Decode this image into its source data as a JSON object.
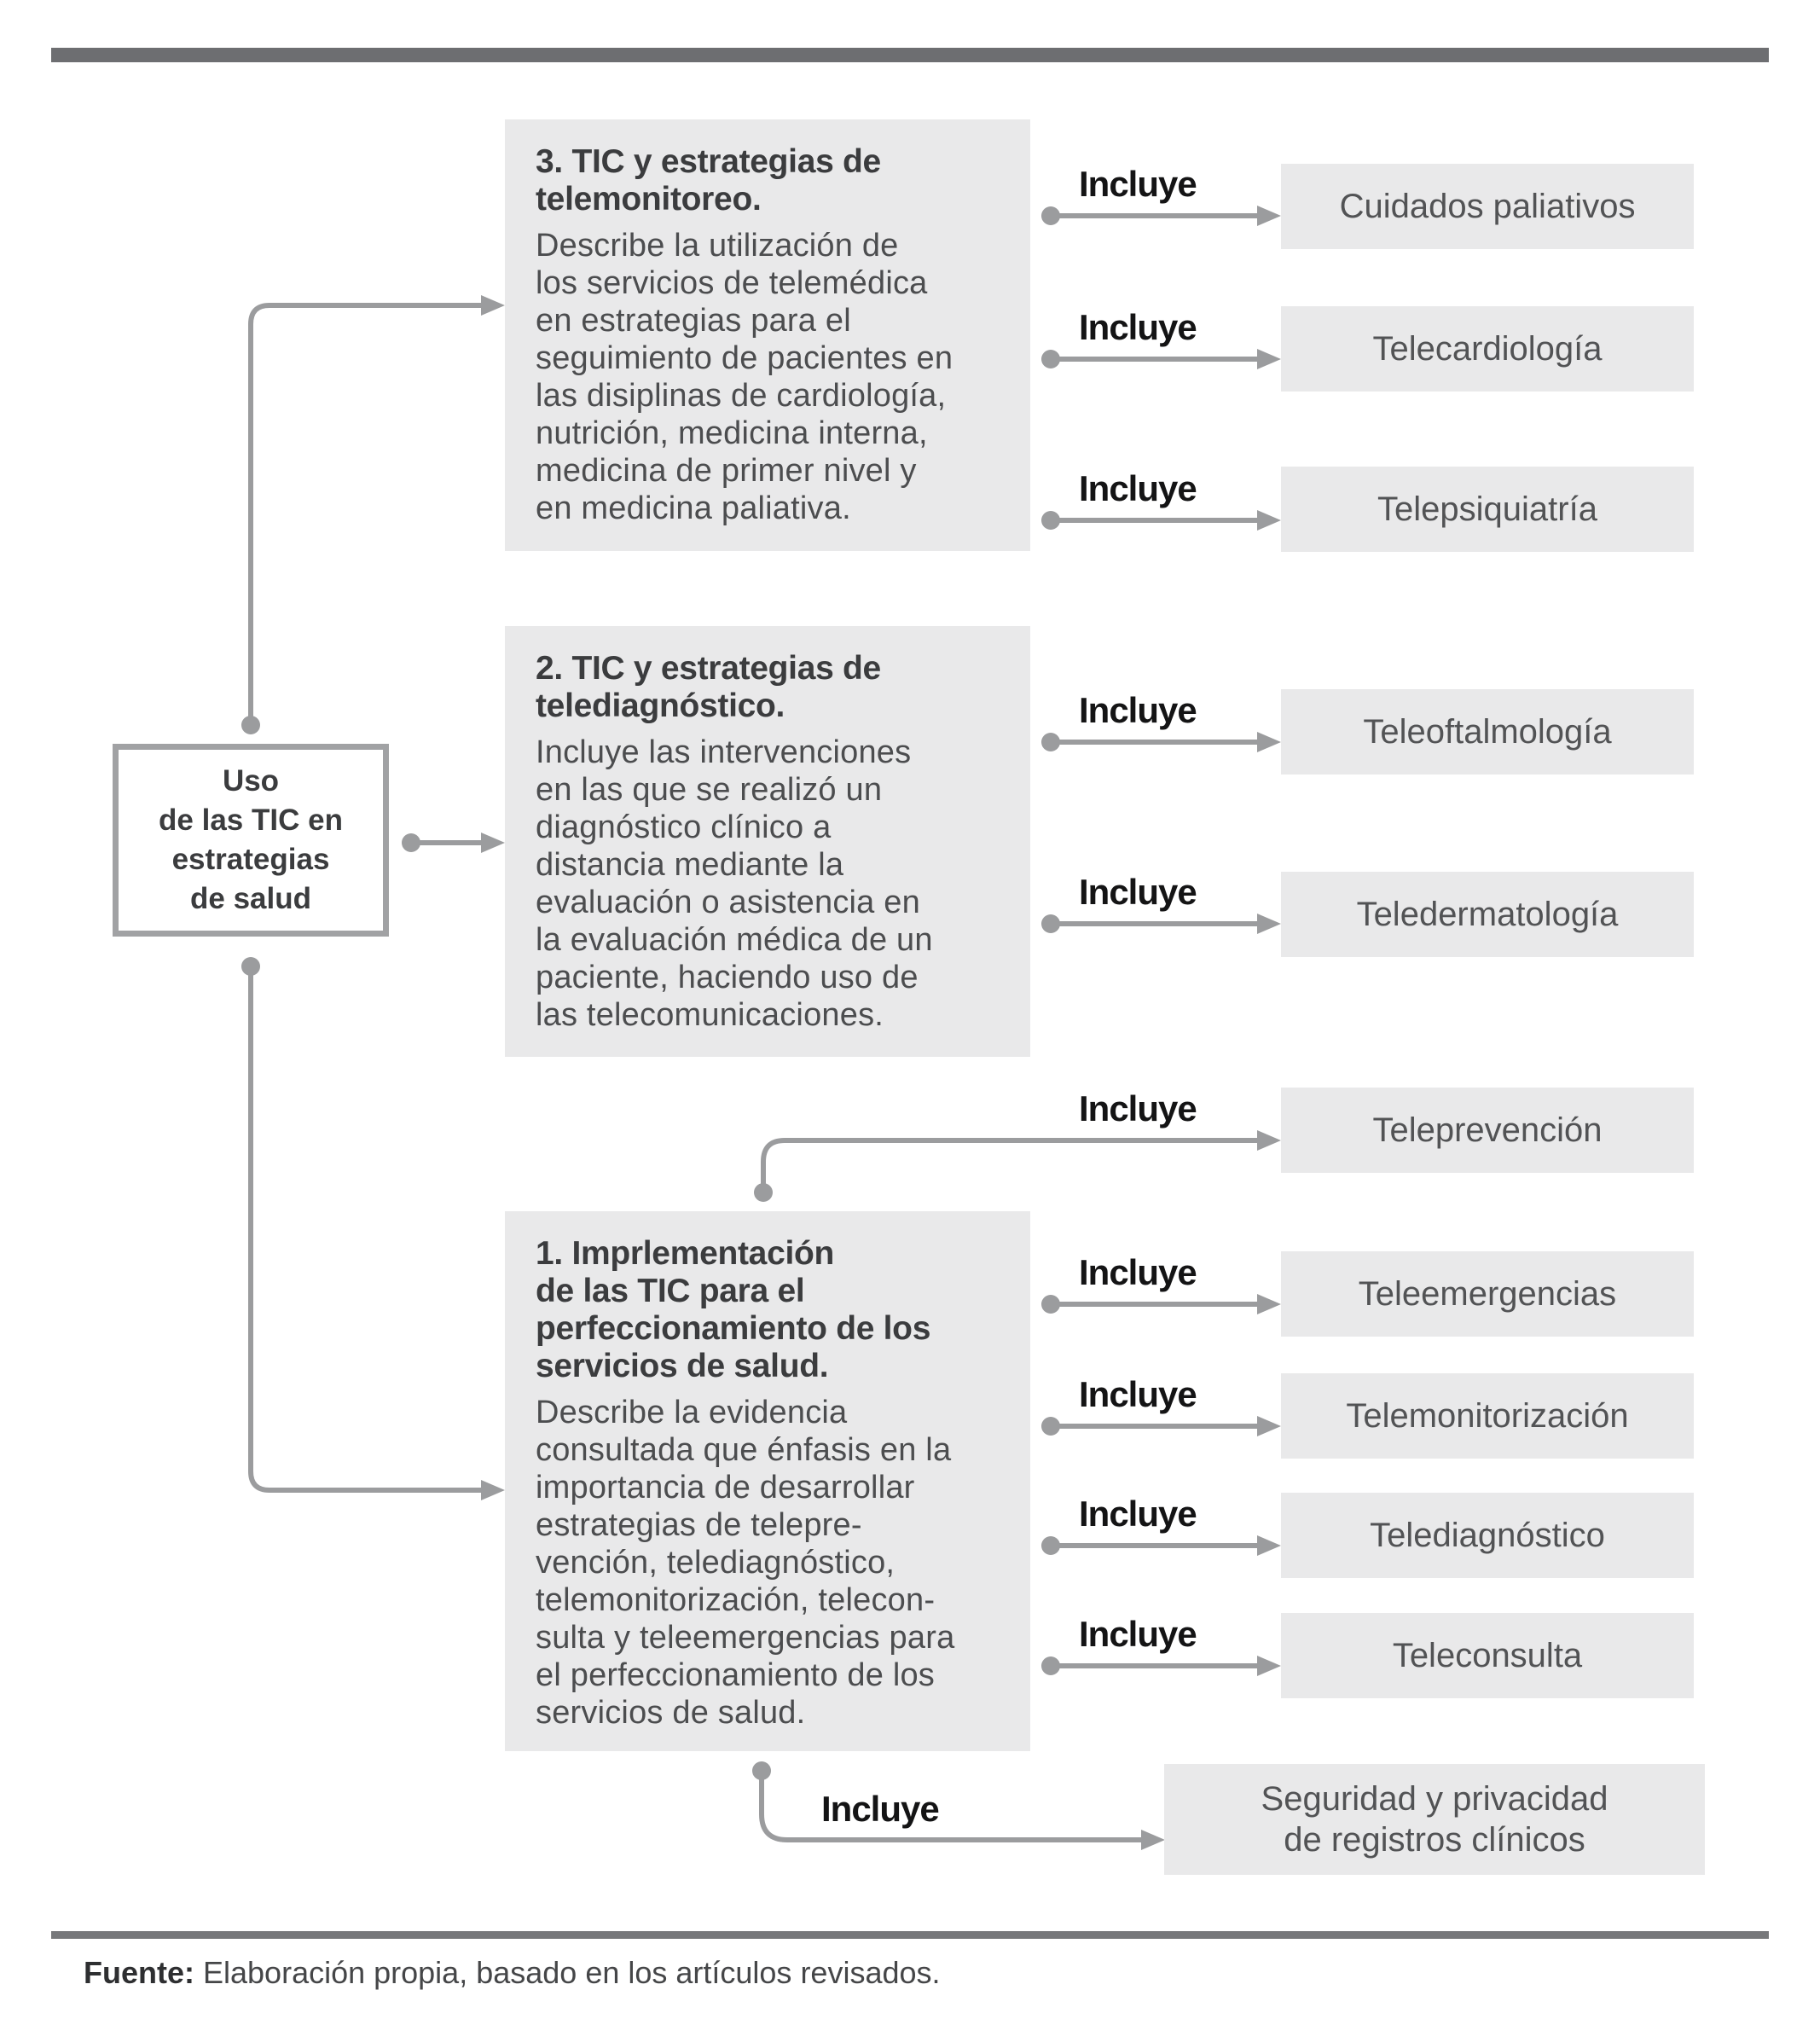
{
  "diagram": {
    "root": {
      "label": "Uso\nde las TIC en\nestrategias\nde salud"
    },
    "incluye_label": "Incluye",
    "categories": [
      {
        "title": "3. TIC y estrategias de\ntelemonitoreo.",
        "description": "Describe la utilización de\nlos servicios de telemédica\nen estrategias para el\nseguimiento de pacientes en\nlas disiplinas de cardiología,\nnutrición, medicina interna,\nmedicina de primer nivel y\nen medicina paliativa."
      },
      {
        "title": "2. TIC y estrategias de\ntelediagnóstico.",
        "description": "Incluye las intervenciones\nen las que se realizó un\ndiagnóstico clínico a\ndistancia mediante la\nevaluación o asistencia en\nla evaluación médica de un\npaciente, haciendo uso de\nlas telecomunicaciones."
      },
      {
        "title": "1. Imprlementación\nde las TIC para el\nperfeccionamiento de los\nservicios de salud.",
        "description": "Describe la evidencia\nconsultada que énfasis en la\nimportancia de desarrollar\nestrategias de telepre-\nvención, telediagnóstico,\ntelemonitorización, telecon-\nsulta y teleemergencias para\nel perfeccionamiento de los\nservicios de salud."
      }
    ],
    "includes": [
      "Cuidados paliativos",
      "Telecardiología",
      "Telepsiquiatría",
      "Teleoftalmología",
      "Teledermatología",
      "Teleprevención",
      "Teleemergencias",
      "Telemonitorización",
      "Telediagnóstico",
      "Teleconsulta",
      "Seguridad y privacidad\nde registros clínicos"
    ],
    "source": {
      "prefix": "Fuente:",
      "text": " Elaboración propia, basado en los artículos revisados."
    },
    "colors": {
      "box_fill": "#e9e9ea",
      "connector_gray": "#9b9c9e",
      "top_bar": "#6d6e71",
      "footer_line": "#77787b",
      "title_text": "#3b3c3e",
      "body_text": "#4c4d4f",
      "incluye_text": "#141415"
    }
  }
}
